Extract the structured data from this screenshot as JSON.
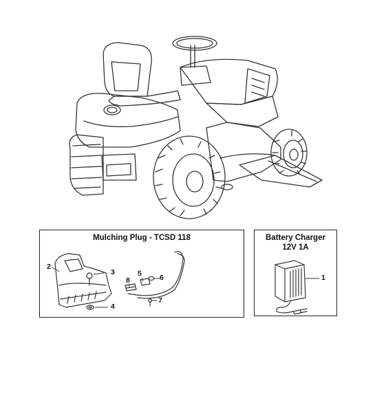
{
  "mulching_panel": {
    "title": "Mulching Plug - TCSD 118",
    "callouts": [
      "2",
      "3",
      "4",
      "5",
      "6",
      "7",
      "8"
    ]
  },
  "charger_panel": {
    "title_line1": "Battery Charger",
    "title_line2": "12V 1A",
    "callouts": [
      "1"
    ]
  }
}
